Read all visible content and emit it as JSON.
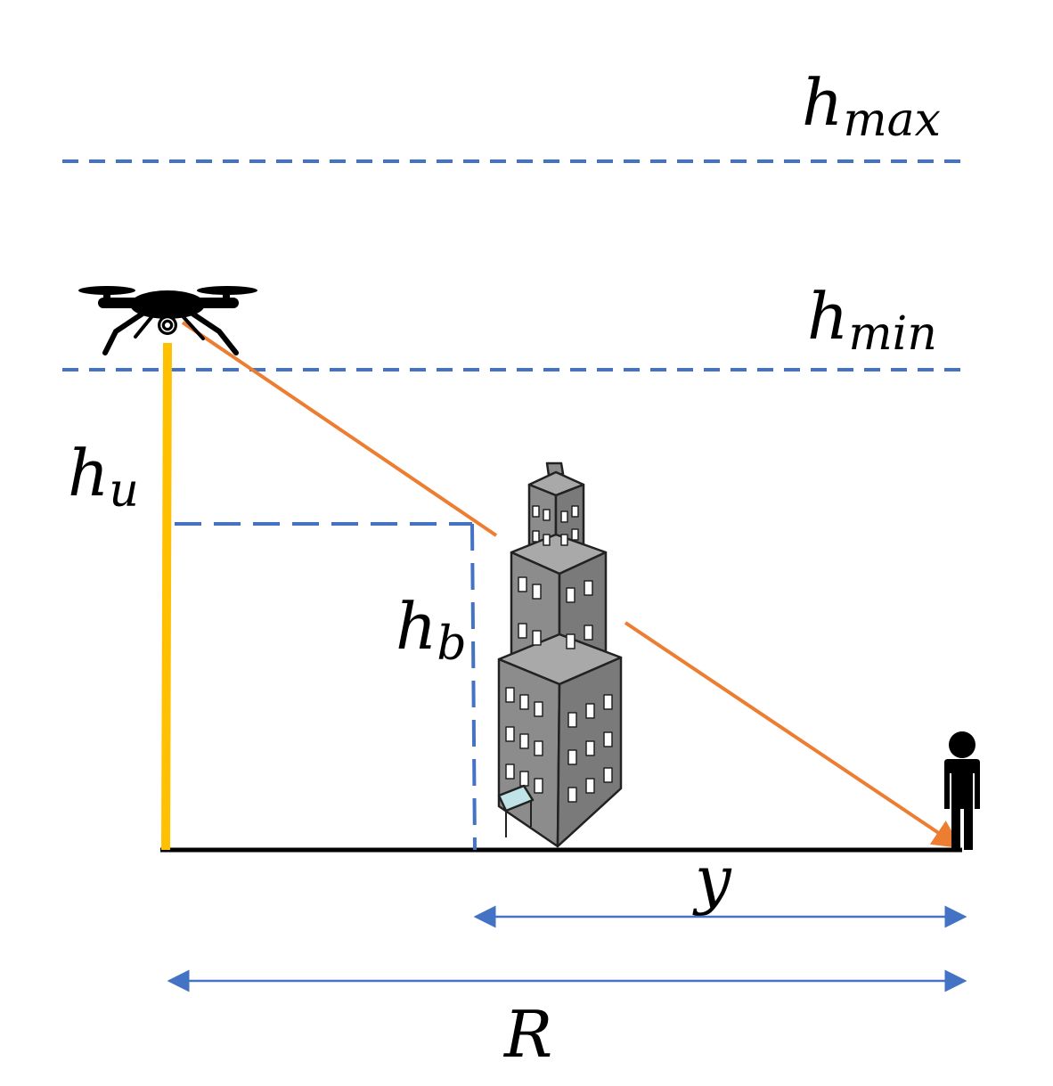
{
  "labels": {
    "h_max": {
      "base": "h",
      "sub": "max"
    },
    "h_min": {
      "base": "h",
      "sub": "min"
    },
    "h_u": {
      "base": "h",
      "sub": "u"
    },
    "h_b": {
      "base": "h",
      "sub": "b"
    },
    "y": "y",
    "R": "R"
  },
  "colors": {
    "dashed_lines": "#4472c4",
    "uav_height": "#ffc000",
    "los_ray": "#ed7d31",
    "ground": "#000000",
    "dimension_arrows": "#4472c4",
    "building": "#8c8c8c"
  },
  "icons": [
    "drone-icon",
    "building-icon",
    "person-icon"
  ]
}
